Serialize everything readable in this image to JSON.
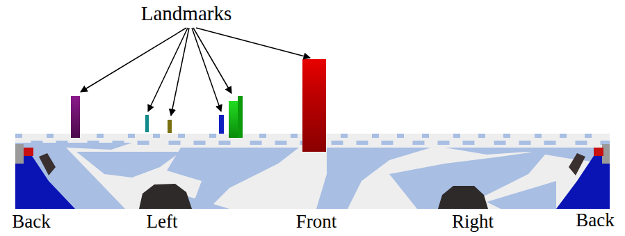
{
  "diagram": {
    "labels": [
      "Landmarks",
      "Back",
      "Left",
      "Front",
      "Right",
      "Back"
    ]
  }
}
